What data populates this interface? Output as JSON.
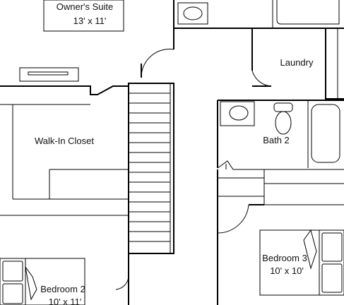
{
  "rooms": {
    "owners_suite": {
      "name": "Owner's Suite",
      "size": "13' x 11'"
    },
    "laundry": {
      "name": "Laundry"
    },
    "walk_in_closet": {
      "name": "Walk-In Closet"
    },
    "bath_2": {
      "name": "Bath 2"
    },
    "bedroom_3": {
      "name": "Bedroom 3",
      "size": "10' x 10'"
    },
    "bedroom_2": {
      "name": "Bedroom 2",
      "size": "10' x 11'"
    }
  },
  "colors": {
    "line": "#000000",
    "background": "#ffffff"
  }
}
